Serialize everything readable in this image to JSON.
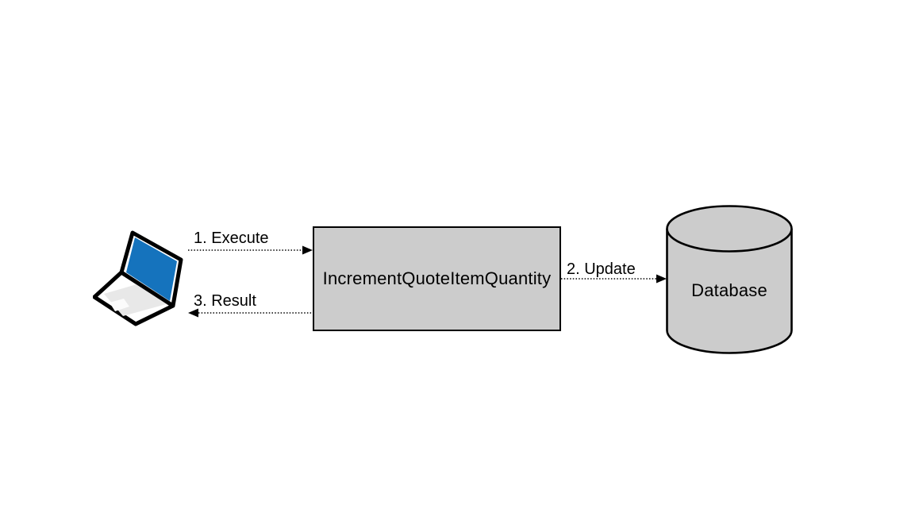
{
  "nodes": {
    "client": {
      "icon": "laptop-icon"
    },
    "service": {
      "label": "IncrementQuoteItemQuantity"
    },
    "database": {
      "label": "Database"
    }
  },
  "edges": {
    "execute": {
      "label": "1. Execute",
      "from": "client",
      "to": "service",
      "style": "dotted"
    },
    "update": {
      "label": "2. Update",
      "from": "service",
      "to": "database",
      "style": "dotted"
    },
    "result": {
      "label": "3. Result",
      "from": "service",
      "to": "client",
      "style": "dotted"
    }
  },
  "colors": {
    "background": "#ffffff",
    "node_fill": "#cccccc",
    "node_stroke": "#000000",
    "edge_stroke": "#000000",
    "text": "#000000",
    "laptop_screen_blue": "#1573bd",
    "laptop_body": "#ffffff",
    "laptop_keyboard": "#e8e8e8"
  }
}
